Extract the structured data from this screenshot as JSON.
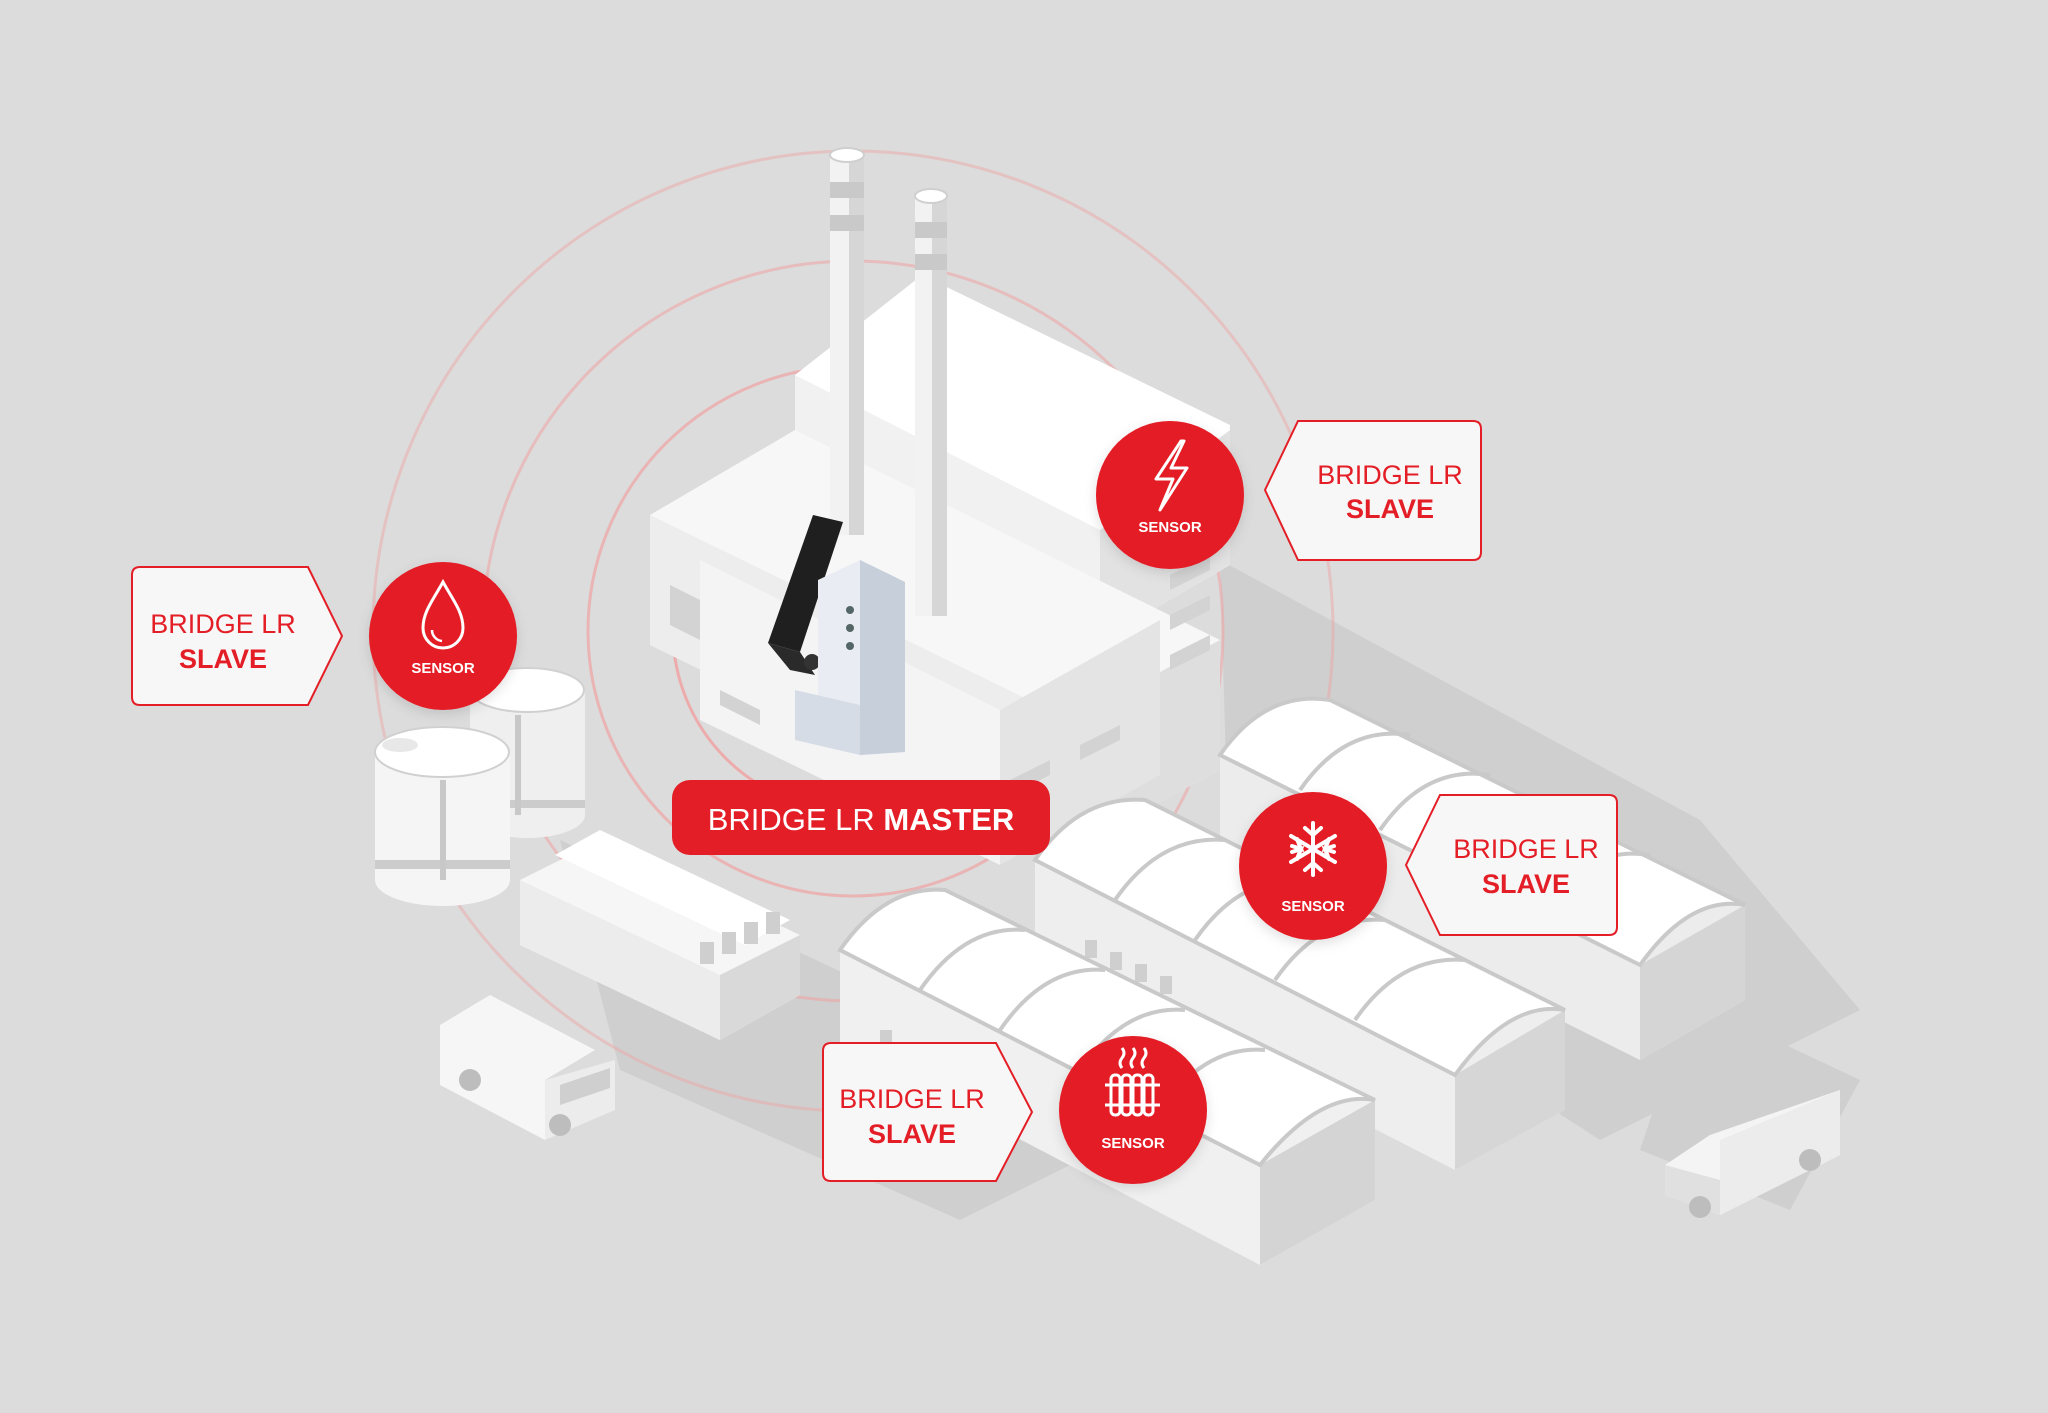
{
  "colors": {
    "accent": "#e41e26",
    "background": "#dcdcdc",
    "building": "#f4f4f4",
    "ring": "#f0a2a2"
  },
  "master": {
    "prefix": "BRIDGE LR",
    "suffix": "MASTER"
  },
  "device_icon": "bridge-lr-device-with-antenna",
  "nodes": [
    {
      "id": "water",
      "icon": "water-drop-icon",
      "sensor_label": "SENSOR",
      "slave_line1": "BRIDGE LR",
      "slave_line2": "SLAVE"
    },
    {
      "id": "power",
      "icon": "lightning-bolt-icon",
      "sensor_label": "SENSOR",
      "slave_line1": "BRIDGE LR",
      "slave_line2": "SLAVE"
    },
    {
      "id": "cold",
      "icon": "snowflake-icon",
      "sensor_label": "SENSOR",
      "slave_line1": "BRIDGE LR",
      "slave_line2": "SLAVE"
    },
    {
      "id": "heat",
      "icon": "radiator-icon",
      "sensor_label": "SENSOR",
      "slave_line1": "BRIDGE LR",
      "slave_line2": "SLAVE"
    }
  ]
}
